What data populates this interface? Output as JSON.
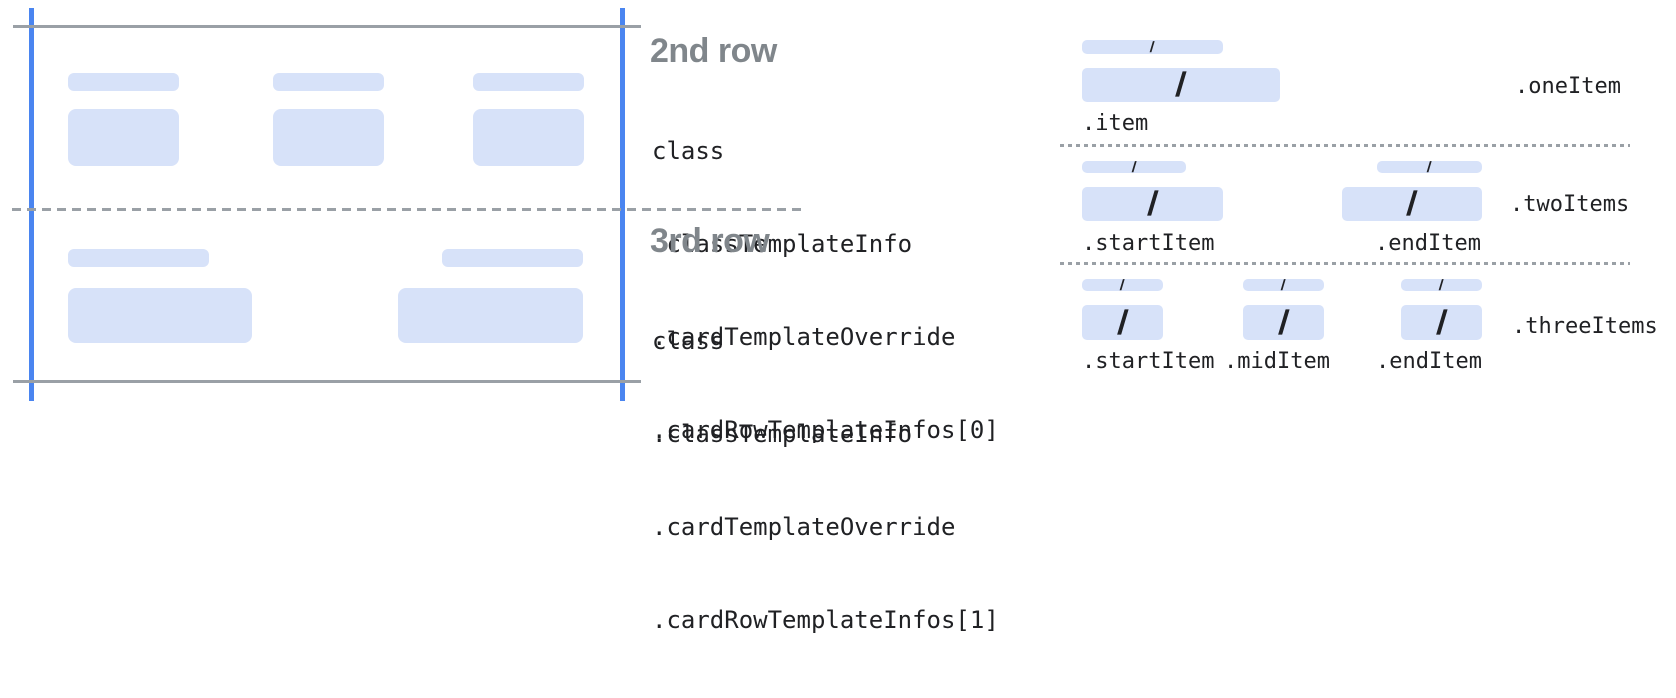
{
  "palette": {
    "accent_blue": "#4a85f0",
    "bar_fill": "#d7e2f9",
    "heading_gray": "#80868b",
    "line_gray": "#9aa0a6",
    "text_dark": "#202124"
  },
  "glyphs": {
    "slash": "/"
  },
  "rows": [
    {
      "title": "2nd row",
      "class_path_lines": [
        "class",
        ".classTemplateInfo",
        ".cardTemplateOverride",
        ".cardRowTemplateInfos[0]"
      ]
    },
    {
      "title": "3rd row",
      "class_path_lines": [
        "class",
        ".classTemplateInfo",
        ".cardTemplateOverride",
        ".cardRowTemplateInfos[1]"
      ]
    }
  ],
  "layouts": [
    {
      "right_label": ".oneItem",
      "items": [
        {
          "label": ".item"
        }
      ]
    },
    {
      "right_label": ".twoItems",
      "items": [
        {
          "label": ".startItem"
        },
        {
          "label": ".endItem"
        }
      ]
    },
    {
      "right_label": ".threeItems",
      "items": [
        {
          "label": ".startItem"
        },
        {
          "label": ".midItem"
        },
        {
          "label": ".endItem"
        }
      ]
    }
  ]
}
